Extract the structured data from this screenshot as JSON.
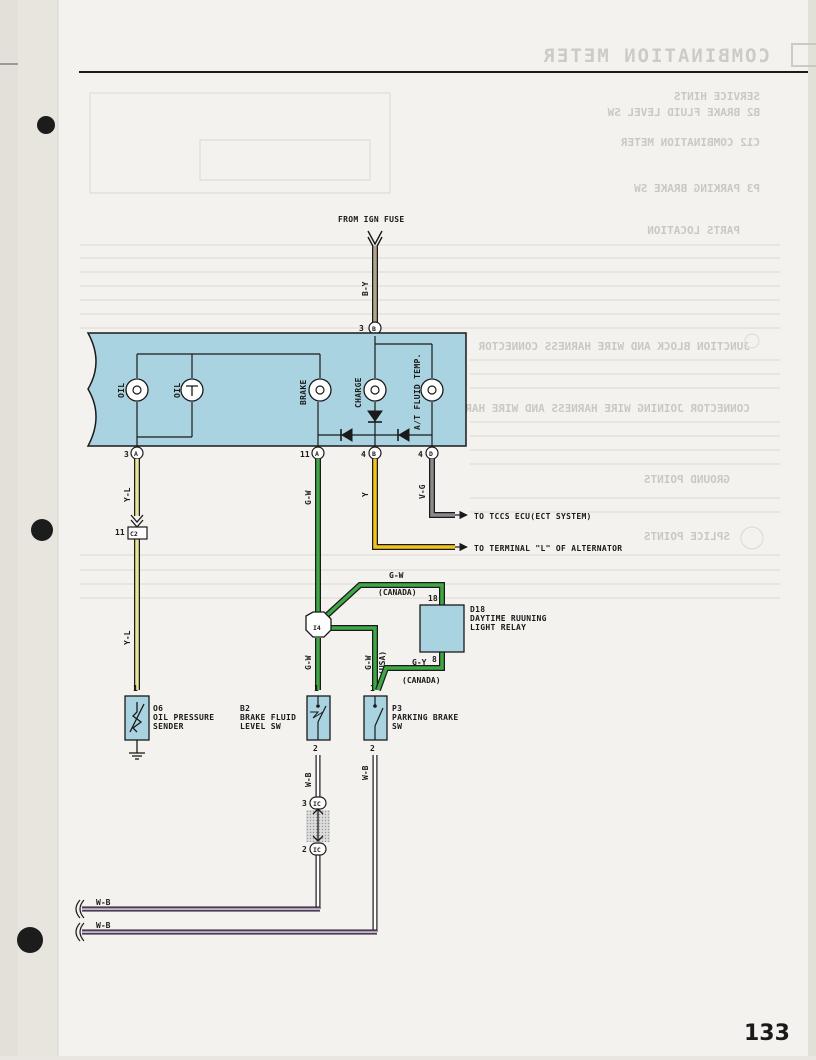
{
  "page_number": "133",
  "ghost": {
    "title": "COMBINATION METER",
    "service_hints": "SERVICE HINTS",
    "brake_fluid": "B2 BRAKE FLUID LEVEL SW",
    "combination_meter": "C12 COMBINATION METER",
    "parking_brake": "P3 PARKING BRAKE SW",
    "parts_location": "PARTS LOCATION",
    "junction_block": "JUNCTION BLOCK AND WIRE HARNESS CONNECTOR",
    "connector_joining": "CONNECTOR JOINING WIRE HARNESS AND WIRE HARNESS",
    "ground_points": "GROUND POINTS",
    "splice_points": "SPLICE POINTS"
  },
  "source": {
    "label": "FROM IGN FUSE"
  },
  "meter": {
    "gauges": [
      {
        "label": "OIL"
      },
      {
        "label": "OIL"
      },
      {
        "label": "BRAKE"
      },
      {
        "label": "CHARGE"
      },
      {
        "label": "A/T FLUID TEMP."
      }
    ],
    "pins": {
      "a_left": "3",
      "a_mid": "11",
      "b_bottom": "4",
      "d_bottom": "4",
      "b_top": "3"
    },
    "connectors": {
      "a": "A",
      "b": "B",
      "d": "D"
    }
  },
  "wires": {
    "b_y": "B-Y",
    "y_l_upper": "Y-L",
    "y_l_lower": "Y-L",
    "g_w_upper": "G-W",
    "g_w_canada": "G-W",
    "canada_1": "(CANADA)",
    "g_w_lower": "G-W",
    "g_w_usa": "G-W",
    "usa": "(USA)",
    "g_y": "G-Y",
    "canada_2": "(CANADA)",
    "y": "Y",
    "v_g": "V-G",
    "w_b_1": "W-B",
    "w_b_2": "W-B",
    "w_b_bottom_1": "W-B",
    "w_b_bottom_2": "W-B"
  },
  "destinations": {
    "tccs": "TO TCCS ECU(ECT SYSTEM)",
    "alternator": "TO TERMINAL \"L\" OF ALTERNATOR"
  },
  "connectors": {
    "c2": {
      "pin": "11",
      "name": "C2"
    },
    "i4": {
      "name": "I4"
    },
    "ic_top": {
      "pin": "3",
      "name": "IC"
    },
    "ic_bottom": {
      "pin": "2",
      "name": "IC"
    }
  },
  "components": {
    "d18": {
      "code": "D18",
      "name1": "DAYTIME RUUNING",
      "name2": "LIGHT RELAY",
      "pin_top": "18",
      "pin_bottom": "8"
    },
    "o6": {
      "code": "O6",
      "name1": "OIL PRESSURE",
      "name2": "SENDER",
      "pin": "1"
    },
    "b2": {
      "code": "B2",
      "name1": "BRAKE FLUID",
      "name2": "LEVEL SW",
      "pin_top": "1",
      "pin_bottom": "2"
    },
    "p3": {
      "code": "P3",
      "name1": "PARKING BRAKE",
      "name2": "SW",
      "pin_top": "1",
      "pin_bottom": "2"
    }
  },
  "colors": {
    "page": "#f4f2ee",
    "meter_fill": "#a9d3e0",
    "relay_fill": "#a9d3e0",
    "green": "#3fa845",
    "yellow": "#f2c31a",
    "yellow_light": "#e9e59a",
    "violet": "#8a5a9c",
    "gray": "#8a8a8a"
  }
}
